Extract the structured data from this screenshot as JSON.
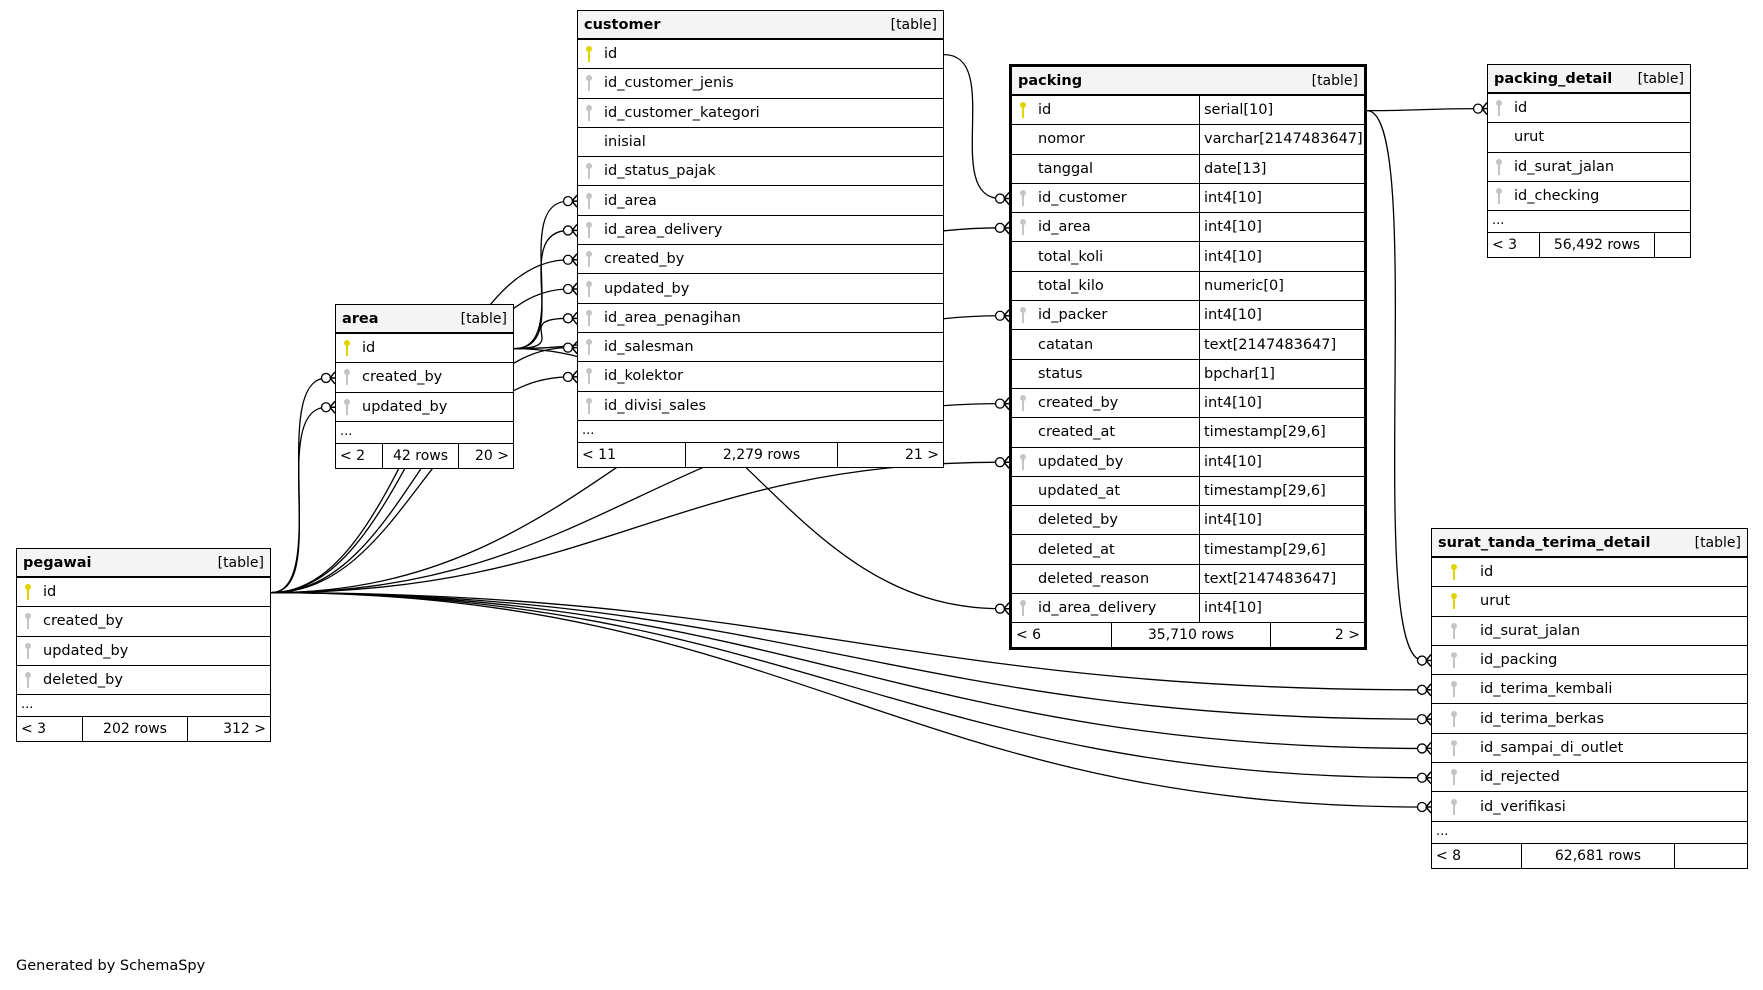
{
  "footer": "Generated by SchemaSpy",
  "colors": {
    "primary_key": "#e0d400",
    "foreign_key": "#c4c4c4",
    "header_bg": "#f4f4f4",
    "edge": "#000000"
  },
  "tables": {
    "customer": {
      "name": "customer",
      "type": "[table]",
      "columns": [
        {
          "name": "id",
          "key": "primary"
        },
        {
          "name": "id_customer_jenis",
          "key": "foreign"
        },
        {
          "name": "id_customer_kategori",
          "key": "foreign"
        },
        {
          "name": "inisial",
          "key": "none"
        },
        {
          "name": "id_status_pajak",
          "key": "foreign"
        },
        {
          "name": "id_area",
          "key": "foreign"
        },
        {
          "name": "id_area_delivery",
          "key": "foreign"
        },
        {
          "name": "created_by",
          "key": "foreign"
        },
        {
          "name": "updated_by",
          "key": "foreign"
        },
        {
          "name": "id_area_penagihan",
          "key": "foreign"
        },
        {
          "name": "id_salesman",
          "key": "foreign"
        },
        {
          "name": "id_kolektor",
          "key": "foreign"
        },
        {
          "name": "id_divisi_sales",
          "key": "foreign"
        }
      ],
      "ellipsis": "...",
      "footer": {
        "left": "< 11",
        "mid": "2,279 rows",
        "right": "21 >"
      }
    },
    "area": {
      "name": "area",
      "type": "[table]",
      "columns": [
        {
          "name": "id",
          "key": "primary"
        },
        {
          "name": "created_by",
          "key": "foreign"
        },
        {
          "name": "updated_by",
          "key": "foreign"
        }
      ],
      "ellipsis": "...",
      "footer": {
        "left": "< 2",
        "mid": "42 rows",
        "right": "20 >"
      }
    },
    "pegawai": {
      "name": "pegawai",
      "type": "[table]",
      "columns": [
        {
          "name": "id",
          "key": "primary"
        },
        {
          "name": "created_by",
          "key": "foreign"
        },
        {
          "name": "updated_by",
          "key": "foreign"
        },
        {
          "name": "deleted_by",
          "key": "foreign"
        }
      ],
      "ellipsis": "...",
      "footer": {
        "left": "< 3",
        "mid": "202 rows",
        "right": "312 >"
      }
    },
    "packing": {
      "name": "packing",
      "type": "[table]",
      "columns": [
        {
          "name": "id",
          "type": "serial[10]",
          "key": "primary"
        },
        {
          "name": "nomor",
          "type": "varchar[2147483647]",
          "key": "none"
        },
        {
          "name": "tanggal",
          "type": "date[13]",
          "key": "none"
        },
        {
          "name": "id_customer",
          "type": "int4[10]",
          "key": "foreign"
        },
        {
          "name": "id_area",
          "type": "int4[10]",
          "key": "foreign"
        },
        {
          "name": "total_koli",
          "type": "int4[10]",
          "key": "none"
        },
        {
          "name": "total_kilo",
          "type": "numeric[0]",
          "key": "none"
        },
        {
          "name": "id_packer",
          "type": "int4[10]",
          "key": "foreign"
        },
        {
          "name": "catatan",
          "type": "text[2147483647]",
          "key": "none"
        },
        {
          "name": "status",
          "type": "bpchar[1]",
          "key": "none"
        },
        {
          "name": "created_by",
          "type": "int4[10]",
          "key": "foreign"
        },
        {
          "name": "created_at",
          "type": "timestamp[29,6]",
          "key": "none"
        },
        {
          "name": "updated_by",
          "type": "int4[10]",
          "key": "foreign"
        },
        {
          "name": "updated_at",
          "type": "timestamp[29,6]",
          "key": "none"
        },
        {
          "name": "deleted_by",
          "type": "int4[10]",
          "key": "none"
        },
        {
          "name": "deleted_at",
          "type": "timestamp[29,6]",
          "key": "none"
        },
        {
          "name": "deleted_reason",
          "type": "text[2147483647]",
          "key": "none"
        },
        {
          "name": "id_area_delivery",
          "type": "int4[10]",
          "key": "foreign"
        }
      ],
      "footer": {
        "left": "< 6",
        "mid": "35,710 rows",
        "right": "2 >"
      }
    },
    "packing_detail": {
      "name": "packing_detail",
      "type": "[table]",
      "columns": [
        {
          "name": "id",
          "key": "foreign"
        },
        {
          "name": "urut",
          "key": "none"
        },
        {
          "name": "id_surat_jalan",
          "key": "foreign"
        },
        {
          "name": "id_checking",
          "key": "foreign"
        }
      ],
      "ellipsis": "...",
      "footer": {
        "left": "< 3",
        "mid": "56,492 rows",
        "right": ""
      }
    },
    "surat_tanda_terima_detail": {
      "name": "surat_tanda_terima_detail",
      "type": "[table]",
      "columns": [
        {
          "name": "id",
          "key": "primary"
        },
        {
          "name": "urut",
          "key": "primary"
        },
        {
          "name": "id_surat_jalan",
          "key": "foreign"
        },
        {
          "name": "id_packing",
          "key": "foreign"
        },
        {
          "name": "id_terima_kembali",
          "key": "foreign"
        },
        {
          "name": "id_terima_berkas",
          "key": "foreign"
        },
        {
          "name": "id_sampai_di_outlet",
          "key": "foreign"
        },
        {
          "name": "id_rejected",
          "key": "foreign"
        },
        {
          "name": "id_verifikasi",
          "key": "foreign"
        }
      ],
      "ellipsis": "...",
      "footer": {
        "left": "< 8",
        "mid": "62,681 rows",
        "right": ""
      }
    }
  },
  "relationships": [
    {
      "from": "customer.id",
      "to": "packing.id_customer"
    },
    {
      "from": "area.id",
      "to": "customer.id_area"
    },
    {
      "from": "area.id",
      "to": "customer.id_area_delivery"
    },
    {
      "from": "area.id",
      "to": "customer.id_area_penagihan"
    },
    {
      "from": "area.id",
      "to": "packing.id_area"
    },
    {
      "from": "area.id",
      "to": "packing.id_area_delivery"
    },
    {
      "from": "pegawai.id",
      "to": "customer.created_by"
    },
    {
      "from": "pegawai.id",
      "to": "customer.updated_by"
    },
    {
      "from": "pegawai.id",
      "to": "customer.id_salesman"
    },
    {
      "from": "pegawai.id",
      "to": "customer.id_kolektor"
    },
    {
      "from": "pegawai.id",
      "to": "area.created_by"
    },
    {
      "from": "pegawai.id",
      "to": "area.updated_by"
    },
    {
      "from": "pegawai.id",
      "to": "packing.id_packer"
    },
    {
      "from": "pegawai.id",
      "to": "packing.created_by"
    },
    {
      "from": "pegawai.id",
      "to": "packing.updated_by"
    },
    {
      "from": "pegawai.id",
      "to": "surat_tanda_terima_detail.id_terima_kembali"
    },
    {
      "from": "pegawai.id",
      "to": "surat_tanda_terima_detail.id_terima_berkas"
    },
    {
      "from": "pegawai.id",
      "to": "surat_tanda_terima_detail.id_sampai_di_outlet"
    },
    {
      "from": "pegawai.id",
      "to": "surat_tanda_terima_detail.id_rejected"
    },
    {
      "from": "pegawai.id",
      "to": "surat_tanda_terima_detail.id_verifikasi"
    },
    {
      "from": "packing.id",
      "to": "packing_detail.id"
    },
    {
      "from": "packing.id",
      "to": "surat_tanda_terima_detail.id_packing"
    }
  ]
}
